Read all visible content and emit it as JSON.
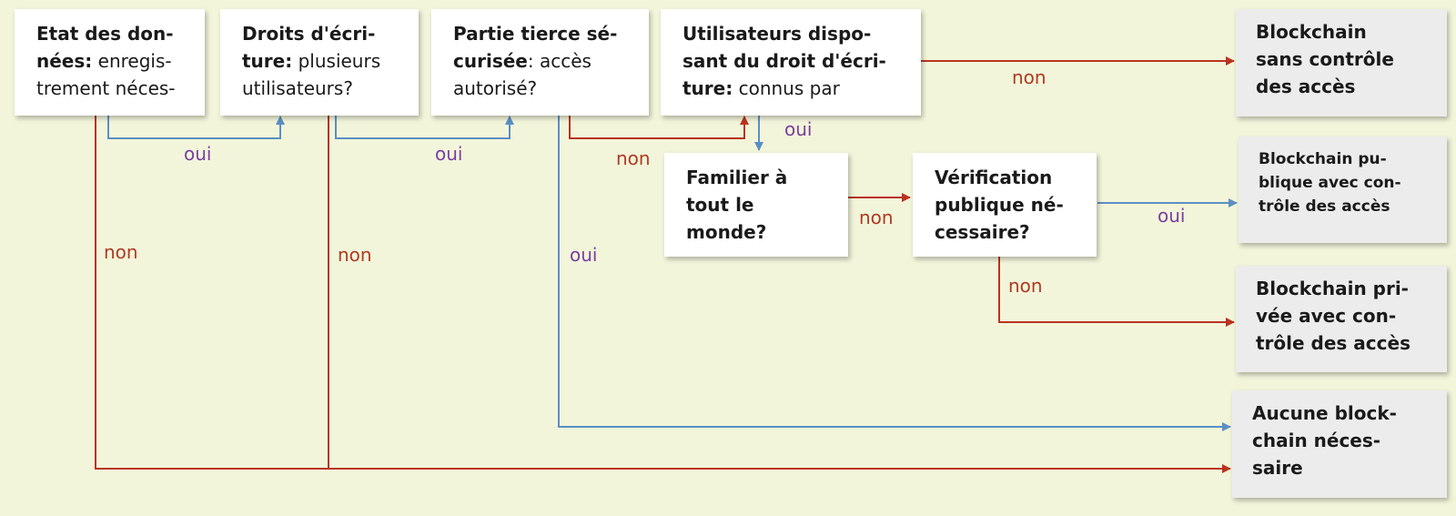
{
  "colors": {
    "background": "#f2f5da",
    "yes_edge": "#5b8fc4",
    "no_edge": "#b83420",
    "oui_label": "#7a3fa0",
    "non_label": "#b03a22"
  },
  "nodes": {
    "q1": {
      "bold": "Etat des don-\nnées:",
      "rest": " enregis-\ntrement néces-"
    },
    "q2": {
      "bold": "Droits d'écri-\nture:",
      "rest": " plusieurs\nutilisateurs?"
    },
    "q3": {
      "bold": "Partie tierce sé-\ncurisée",
      "rest": ": accès\nautorisé?"
    },
    "q4": {
      "bold": "Utilisateurs dispo-\nsant du droit d'écri-\nture:",
      "rest": " connus par"
    },
    "q5": {
      "text": "Familier à\ntout le\nmonde?"
    },
    "q6": {
      "text": "Vérification\npublique né-\ncessaire?"
    }
  },
  "results": {
    "r1": "Blockchain\nsans contrôle\ndes accès",
    "r2": "Blockchain pu-\nblique avec con-\ntrôle des accès",
    "r3": "Blockchain pri-\nvée avec con-\ntrôle des accès",
    "r4": "Aucune block-\nchain néces-\nsaire"
  },
  "labels": {
    "oui": "oui",
    "non": "non"
  }
}
